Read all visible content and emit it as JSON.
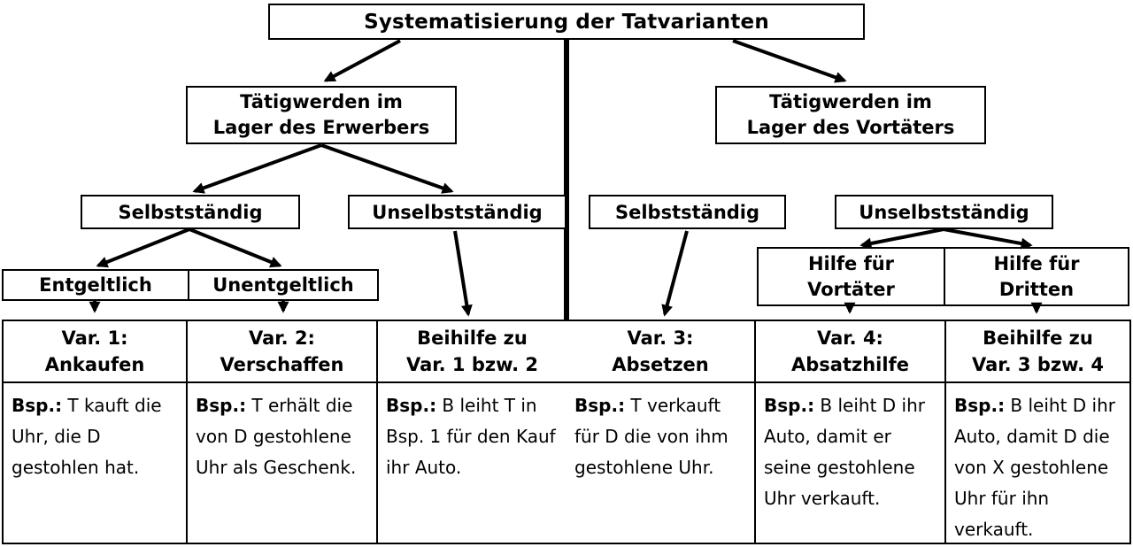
{
  "colors": {
    "ink": "#000000",
    "paper": "#ffffff"
  },
  "diagram": {
    "title": "Systematisierung der Tatvarianten",
    "left": {
      "root": "Tätigwerden im\nLager des Erwerbers",
      "independent": "Selbstständig",
      "dependent": "Unselbstständig",
      "paid": "Entgeltlich",
      "unpaid": "Unentgeltlich"
    },
    "right": {
      "root": "Tätigwerden im\nLager des Vortäters",
      "independent": "Selbstständig",
      "dependent": "Unselbstständig",
      "help_for_perpetrator": "Hilfe für\nVortäter",
      "help_for_third": "Hilfe für\nDritten"
    },
    "variants": [
      "Var. 1:\nAnkaufen",
      "Var. 2:\nVerschaffen",
      "Beihilfe zu\nVar. 1 bzw. 2",
      "Var. 3:\nAbsetzen",
      "Var. 4:\nAbsatzhilfe",
      "Beihilfe zu\nVar. 3 bzw. 4"
    ],
    "examples": [
      {
        "prefix": "Bsp.:",
        "text": "T kauft die Uhr, die D gestohlen hat."
      },
      {
        "prefix": "Bsp.:",
        "text": "T erhält die von D gestohlene Uhr als Geschenk."
      },
      {
        "prefix": "Bsp.:",
        "text": "B leiht T in Bsp. 1 für den Kauf ihr Auto."
      },
      {
        "prefix": "Bsp.:",
        "text": "T verkauft für D die von ihm gestohlene Uhr."
      },
      {
        "prefix": "Bsp.:",
        "text": "B leiht D ihr Auto, damit er seine gestohlene Uhr verkauft."
      },
      {
        "prefix": "Bsp.:",
        "text": "B leiht D ihr Auto, damit D die von X gestohlene Uhr für ihn verkauft."
      }
    ]
  }
}
